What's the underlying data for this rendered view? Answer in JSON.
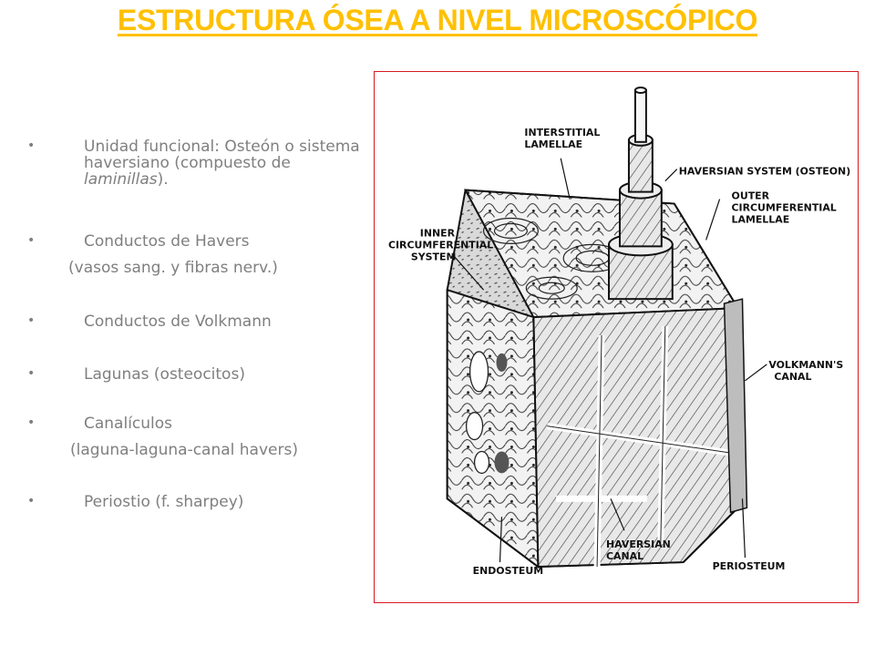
{
  "title": "ESTRUCTURA ÓSEA A NIVEL MICROSCÓPICO",
  "bullet_symbol": "•",
  "bullets": [
    {
      "main": "Unidad funcional: Osteón o sistema haversiano (compuesto de ",
      "emph": "laminillas",
      "tail": ")."
    },
    {
      "main": "Conductos de Havers",
      "sub": "(vasos sang. y fibras nerv.)"
    },
    {
      "main": "Conductos de Volkmann"
    },
    {
      "main": "Lagunas (osteocitos)"
    },
    {
      "main": "Canalículos",
      "sub": "(laguna-laguna-canal havers)"
    },
    {
      "main": "Periostio (f. sharpey)"
    }
  ],
  "figure": {
    "border_color": "#d71920",
    "labels": {
      "interstitial_1": "INTERSTITIAL",
      "interstitial_2": "LAMELLAE",
      "haversian_system": "HAVERSIAN SYSTEM (OSTEON)",
      "outer_1": "OUTER",
      "outer_2": "CIRCUMFERENTIAL",
      "outer_3": "LAMELLAE",
      "inner_1": "INNER",
      "inner_2": "CIRCUMFERENTIAL",
      "inner_3": "SYSTEM",
      "volkmann_1": "VOLKMANN'S",
      "volkmann_2": "CANAL",
      "endosteum": "ENDOSTEUM",
      "haversian_canal_1": "HAVERSIAN",
      "haversian_canal_2": "CANAL",
      "periosteum": "PERIOSTEUM"
    }
  },
  "colors": {
    "title": "#FFC000",
    "text": "#7f7f7f"
  }
}
